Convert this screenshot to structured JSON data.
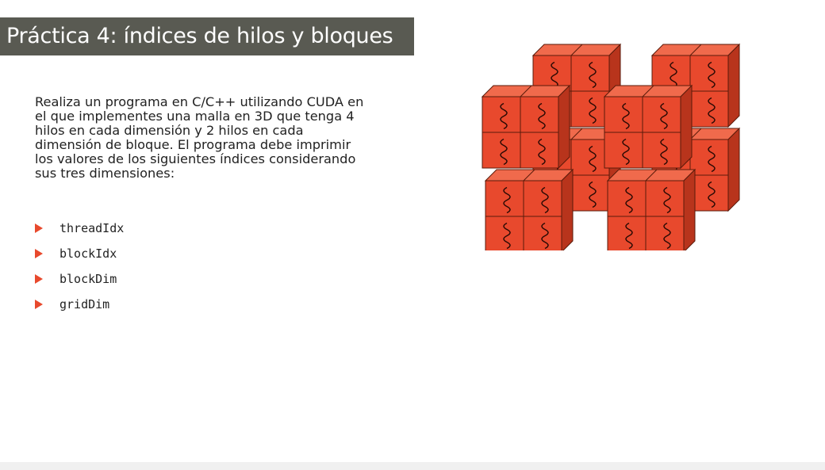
{
  "slide": {
    "title": "Práctica 4: índices de hilos y bloques",
    "body": "Realiza un programa en C/C++ utilizando CUDA en el que implementes una malla en 3D que tenga 4 hilos en cada dimensión y 2 hilos en cada dimensión de bloque. El programa debe imprimir los valores de los siguientes índices considerando sus tres dimensiones:",
    "bullets": [
      "threadIdx",
      "blockIdx",
      "blockDim",
      "gridDim"
    ],
    "illustration": {
      "icon": "thread-grid-cubes-icon",
      "front_color": "#e8492d",
      "top_color": "#f06a4c",
      "side_color": "#b8341c",
      "edge_color": "#5a1a0a"
    }
  }
}
